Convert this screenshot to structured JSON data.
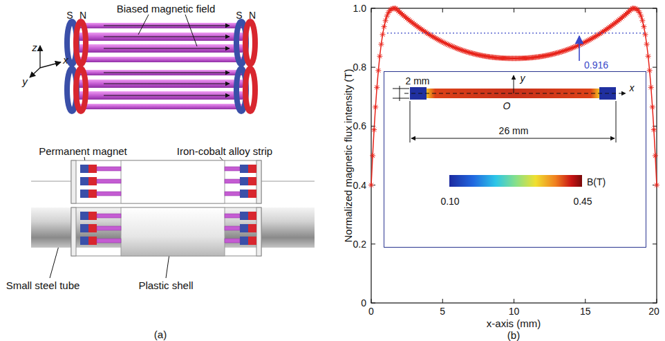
{
  "diagram": {
    "nodes": [
      {
        "text": [
          "2 mm",
          "26 mm",
          "y",
          "x",
          "O",
          "0.10",
          "0.45",
          "B(T)"
        ]
      }
    ],
    "labels": [
      "Biased magnetic field",
      "S",
      "N",
      "S",
      "N",
      "Permanent magnet",
      "Iron-cobalt alloy strip",
      "z",
      "x",
      "y",
      "Small steel tube",
      "Plastic shell",
      "(a)",
      "1.0",
      "0.8",
      "0.6",
      "0.4",
      "0.2",
      "0",
      "0",
      "5",
      "10",
      "15",
      "20",
      "Normalized magnetic flux intensity (T)",
      "x-axis (mm)",
      "(b)",
      "0.916"
    ]
  }
}
